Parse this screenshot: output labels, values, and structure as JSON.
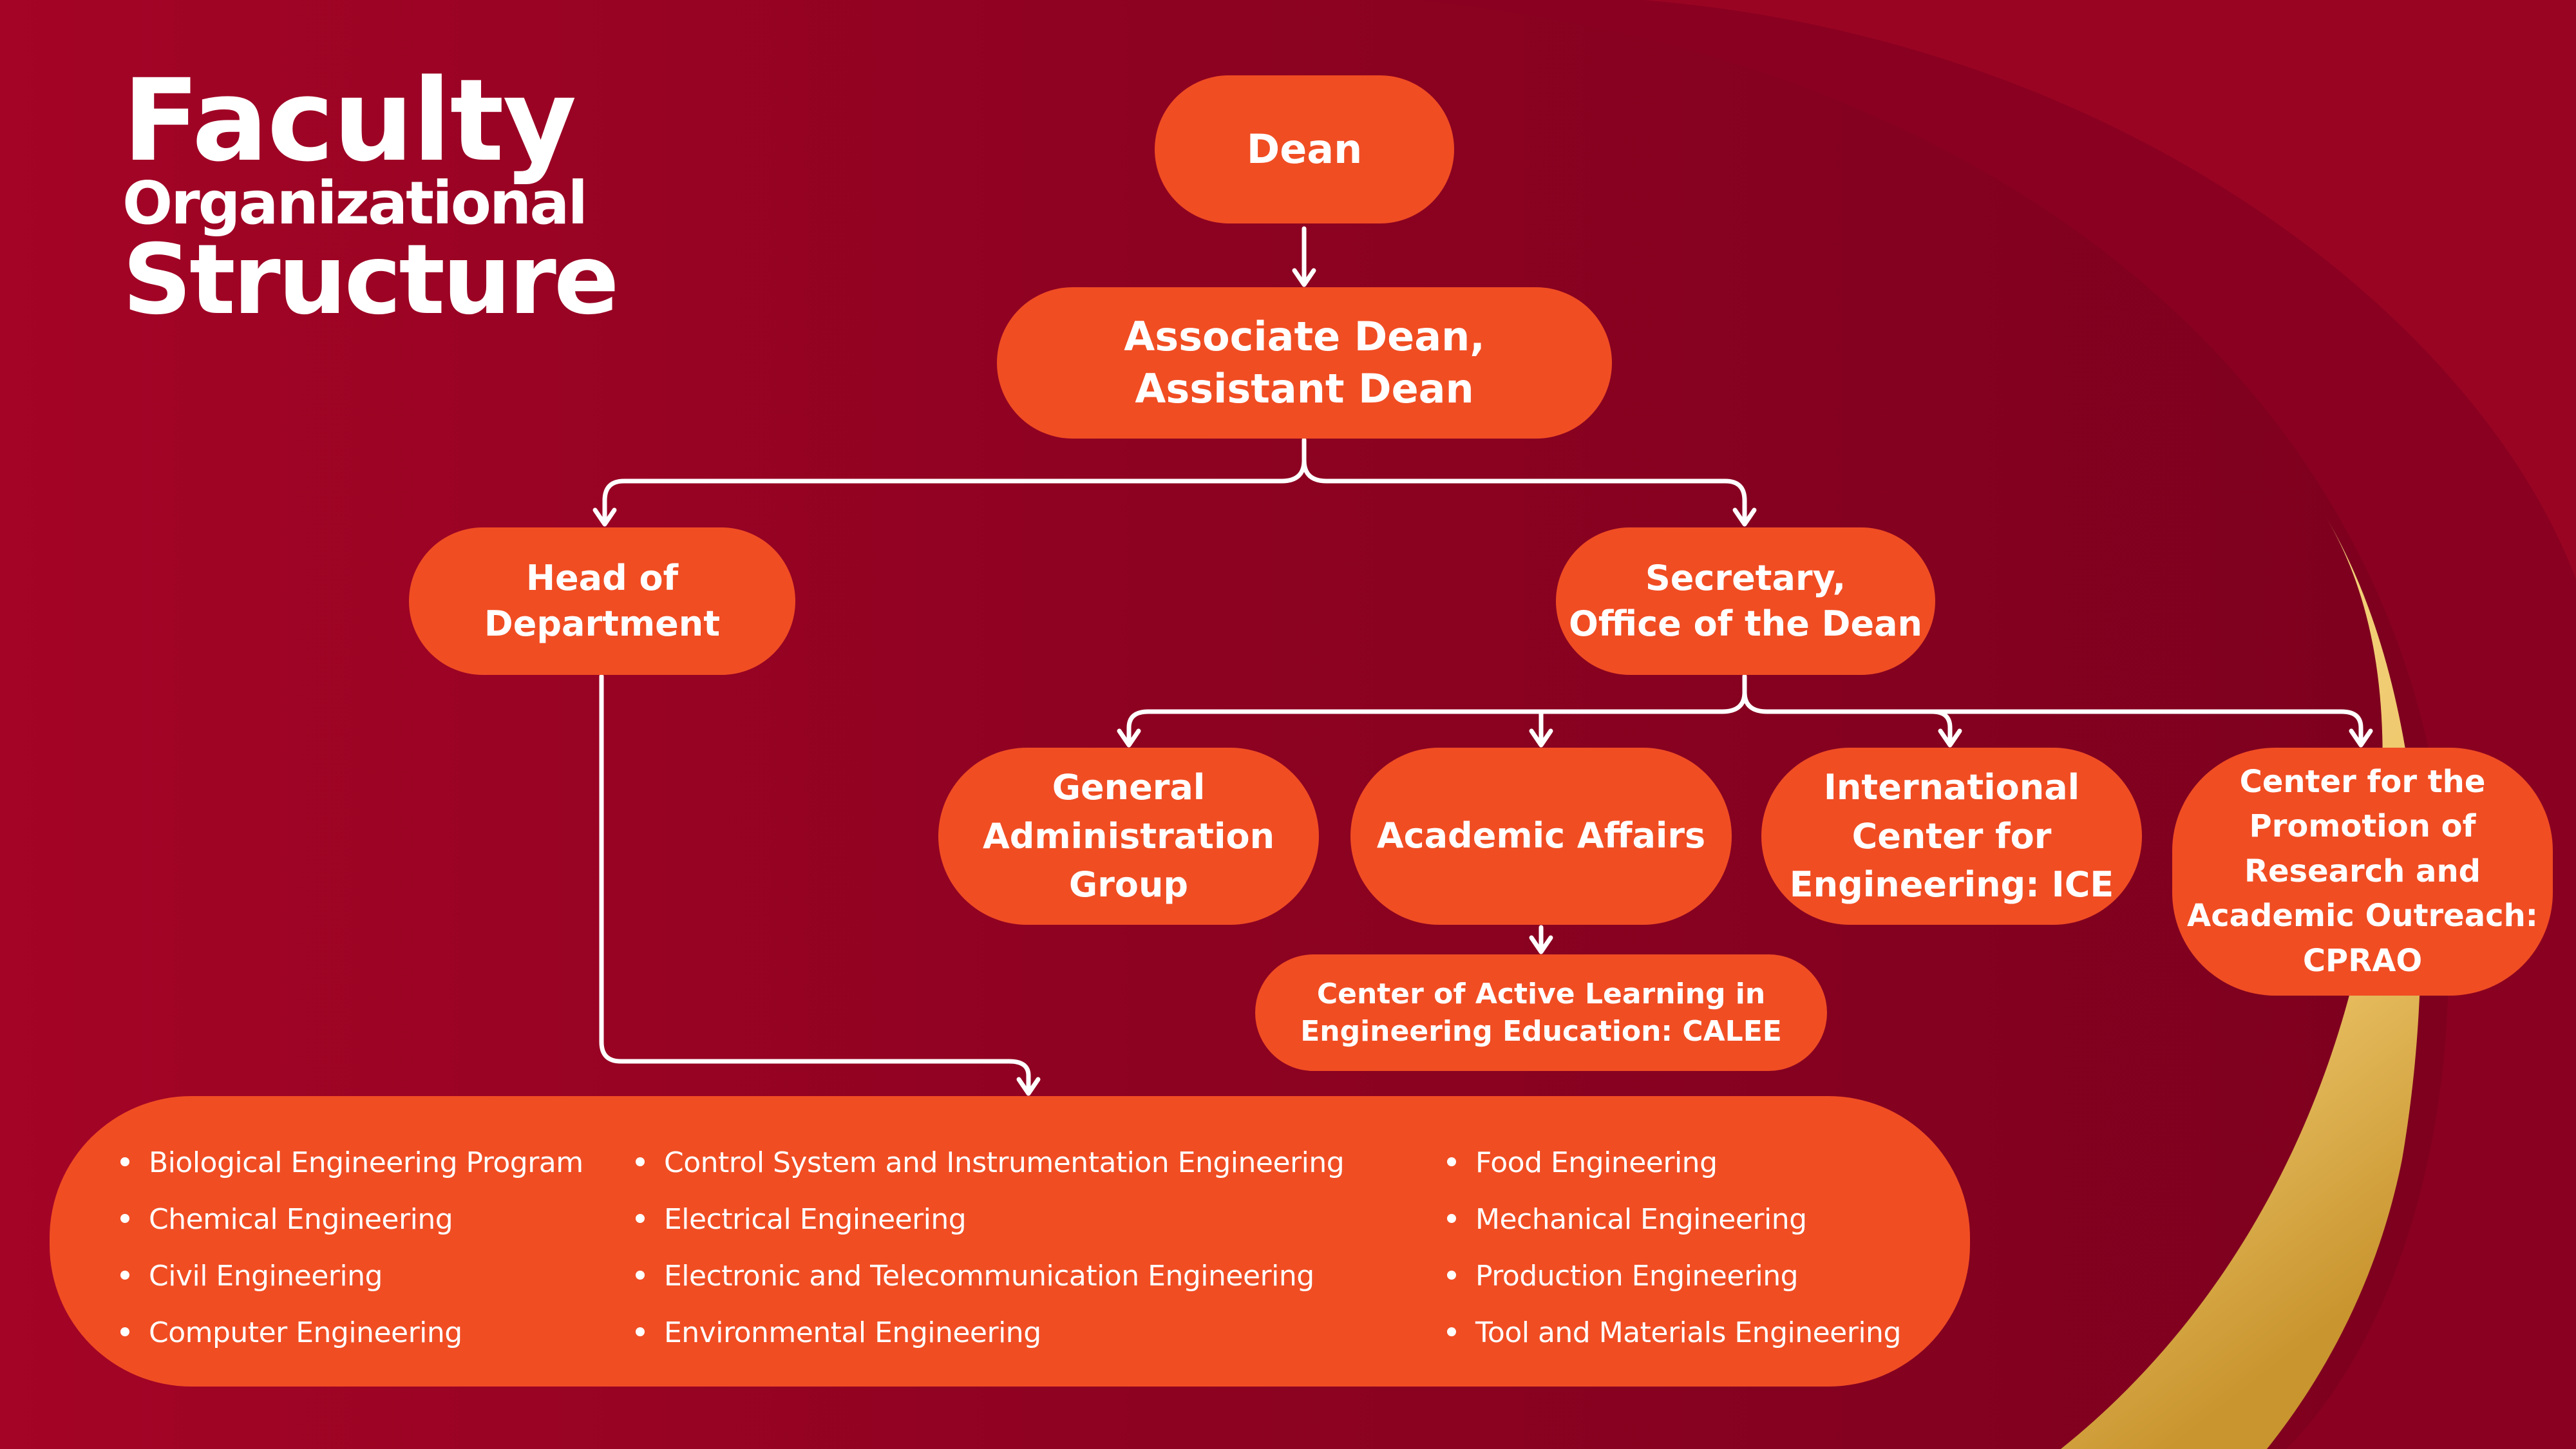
{
  "title": {
    "line1": "Faculty",
    "line2": "Organizational",
    "line3": "Structure"
  },
  "colors": {
    "background_left": "#a40426",
    "background_right": "#7c001e",
    "node_fill": "#f04d23",
    "connector": "#ffffff",
    "gold_accent": "#f2cf74"
  },
  "nodes": {
    "dean": "Dean",
    "associate_dean": "Associate Dean,\nAssistant Dean",
    "head_of_department": "Head of\nDepartment",
    "secretary": "Secretary,\nOffice of the Dean",
    "general_admin": "General\nAdministration\nGroup",
    "academic_affairs": "Academic Affairs",
    "ice": "International\nCenter for\nEngineering: ICE",
    "cprao": "Center for the\nPromotion of\nResearch and\nAcademic Outreach:\nCPRAO",
    "calee": "Center of Active Learning in\nEngineering Education: CALEE"
  },
  "departments": {
    "columns": [
      [
        "Biological Engineering Program",
        "Chemical Engineering",
        "Civil Engineering",
        "Computer Engineering"
      ],
      [
        "Control System and Instrumentation Engineering",
        "Electrical Engineering",
        "Electronic and Telecommunication Engineering",
        "Environmental Engineering"
      ],
      [
        "Food Engineering",
        "Mechanical Engineering",
        "Production Engineering",
        "Tool and Materials Engineering"
      ]
    ]
  }
}
